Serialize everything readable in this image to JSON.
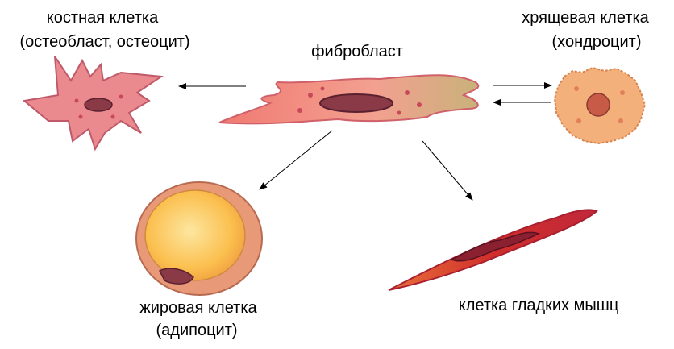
{
  "labels": {
    "bone_cell": "костная клетка",
    "bone_cell_sub": "(остеобласт, остеоцит)",
    "fibroblast": "фибробласт",
    "cartilage_cell": "хрящевая клетка",
    "cartilage_cell_sub": "(хондроцит)",
    "fat_cell": "жировая клетка",
    "fat_cell_sub": "(адипоцит)",
    "smooth_muscle_cell": "клетка гладких мышц"
  },
  "colors": {
    "fibroblast": "#f08a7a",
    "bone": "#e88a8a",
    "cartilage": "#f3b27a",
    "fat_outer": "#e0906e",
    "fat_inner": "#fbc25a",
    "muscle": "#d23a2e",
    "nucleus": "#8a3a3a"
  }
}
